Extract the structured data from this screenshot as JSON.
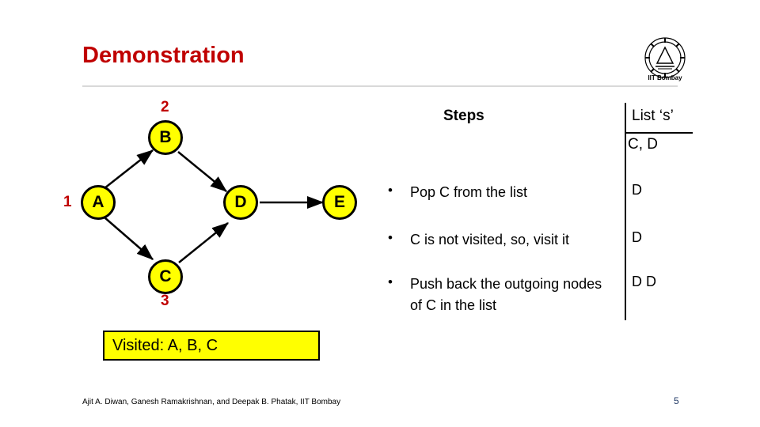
{
  "slide": {
    "title": "Demonstration",
    "page_number": "5",
    "footer_credit": "Ajit A. Diwan, Ganesh Ramakrishnan, and Deepak B. Phatak, IIT Bombay",
    "logo_caption": "IIT Bombay"
  },
  "graph": {
    "nodes": [
      {
        "id": "B",
        "label": "B",
        "order": "2"
      },
      {
        "id": "A",
        "label": "A",
        "order": "1"
      },
      {
        "id": "D",
        "label": "D",
        "order": ""
      },
      {
        "id": "E",
        "label": "E",
        "order": ""
      },
      {
        "id": "C",
        "label": "C",
        "order": "3"
      }
    ],
    "visited_label": "Visited: A, B, C",
    "node_fill": "#FFFF00",
    "order_color": "#C00000"
  },
  "table": {
    "steps_header": "Steps",
    "list_header": "List ‘s’",
    "list_initial": "C, D",
    "rows": [
      {
        "bullet": "•",
        "text": "Pop C from the list",
        "list": "D"
      },
      {
        "bullet": "•",
        "text": "C is not visited, so, visit it",
        "list": "D"
      },
      {
        "bullet": "•",
        "text": "Push back the outgoing nodes of C in the list",
        "list": "D D"
      }
    ]
  }
}
